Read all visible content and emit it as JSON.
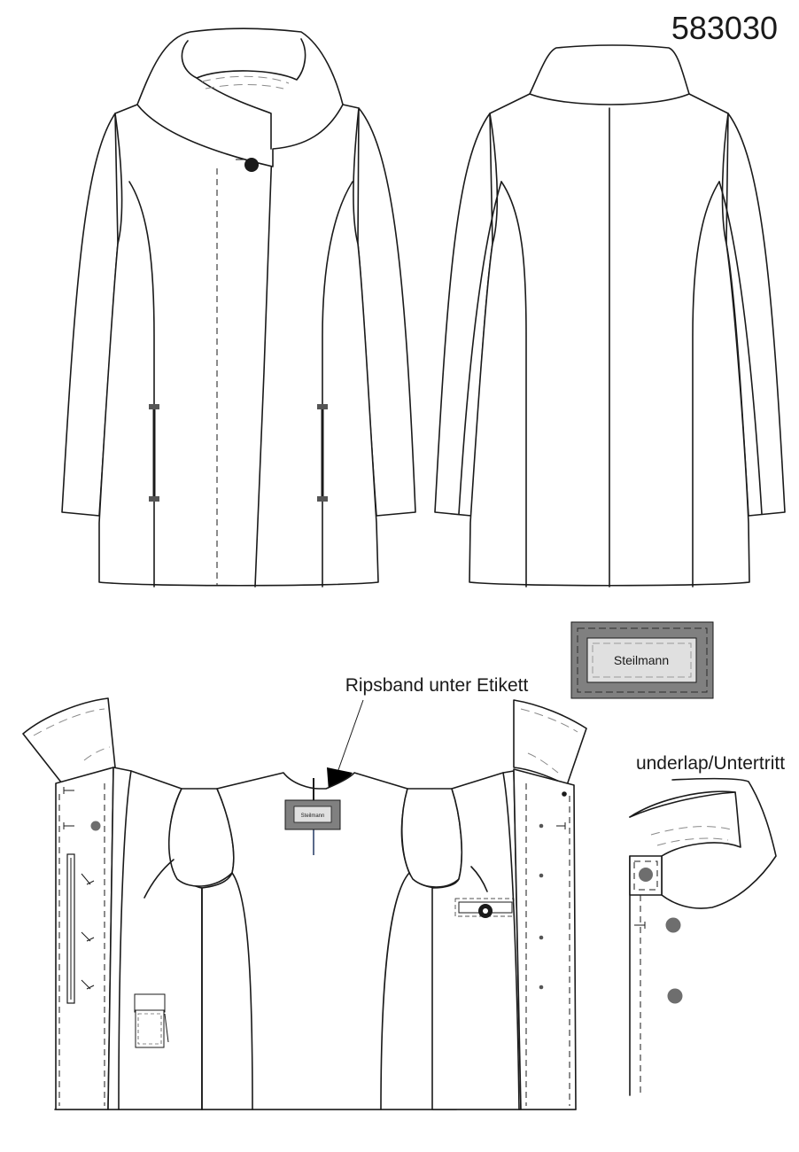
{
  "article_number": "583030",
  "labels": {
    "ribbon_note": "Ripsband unter Etikett",
    "underlap_note": "underlap/Untertritt"
  },
  "brand_label": {
    "text": "Steilmann",
    "small_text": "Steilmann"
  },
  "colors": {
    "line": "#1a1a1a",
    "label_frame": "#808080",
    "label_inner": "#e0e0e0",
    "button": "#6e6e6e",
    "lining_tint": "#f4f7fb"
  },
  "views": [
    "front-view",
    "back-view",
    "inside-view",
    "underlap-detail"
  ]
}
